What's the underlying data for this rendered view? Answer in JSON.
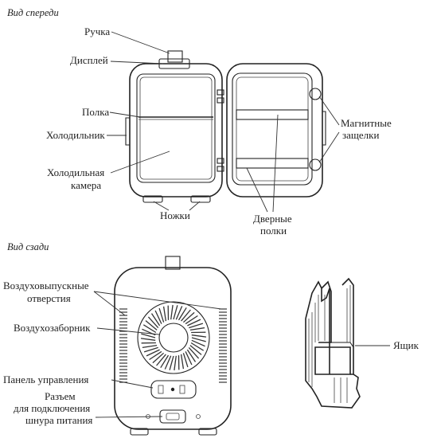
{
  "sections": {
    "front": "Вид спереди",
    "back": "Вид сзади"
  },
  "labels": {
    "handle": "Ручка",
    "display": "Дисплей",
    "shelf": "Полка",
    "fridge": "Холодильник",
    "chamber_1": "Холодильная",
    "chamber_2": "камера",
    "feet": "Ножки",
    "door_shelves_1": "Дверные",
    "door_shelves_2": "полки",
    "magnetic_1": "Магнитные",
    "magnetic_2": "защелки",
    "vents_1": "Воздуховыпускные",
    "vents_2": "отверстия",
    "intake": "Воздухозаборник",
    "control_panel": "Панель управления",
    "connector_1": "Разъем",
    "connector_2": "для подключения",
    "connector_3": "шнура питания",
    "drawer": "Ящик"
  }
}
